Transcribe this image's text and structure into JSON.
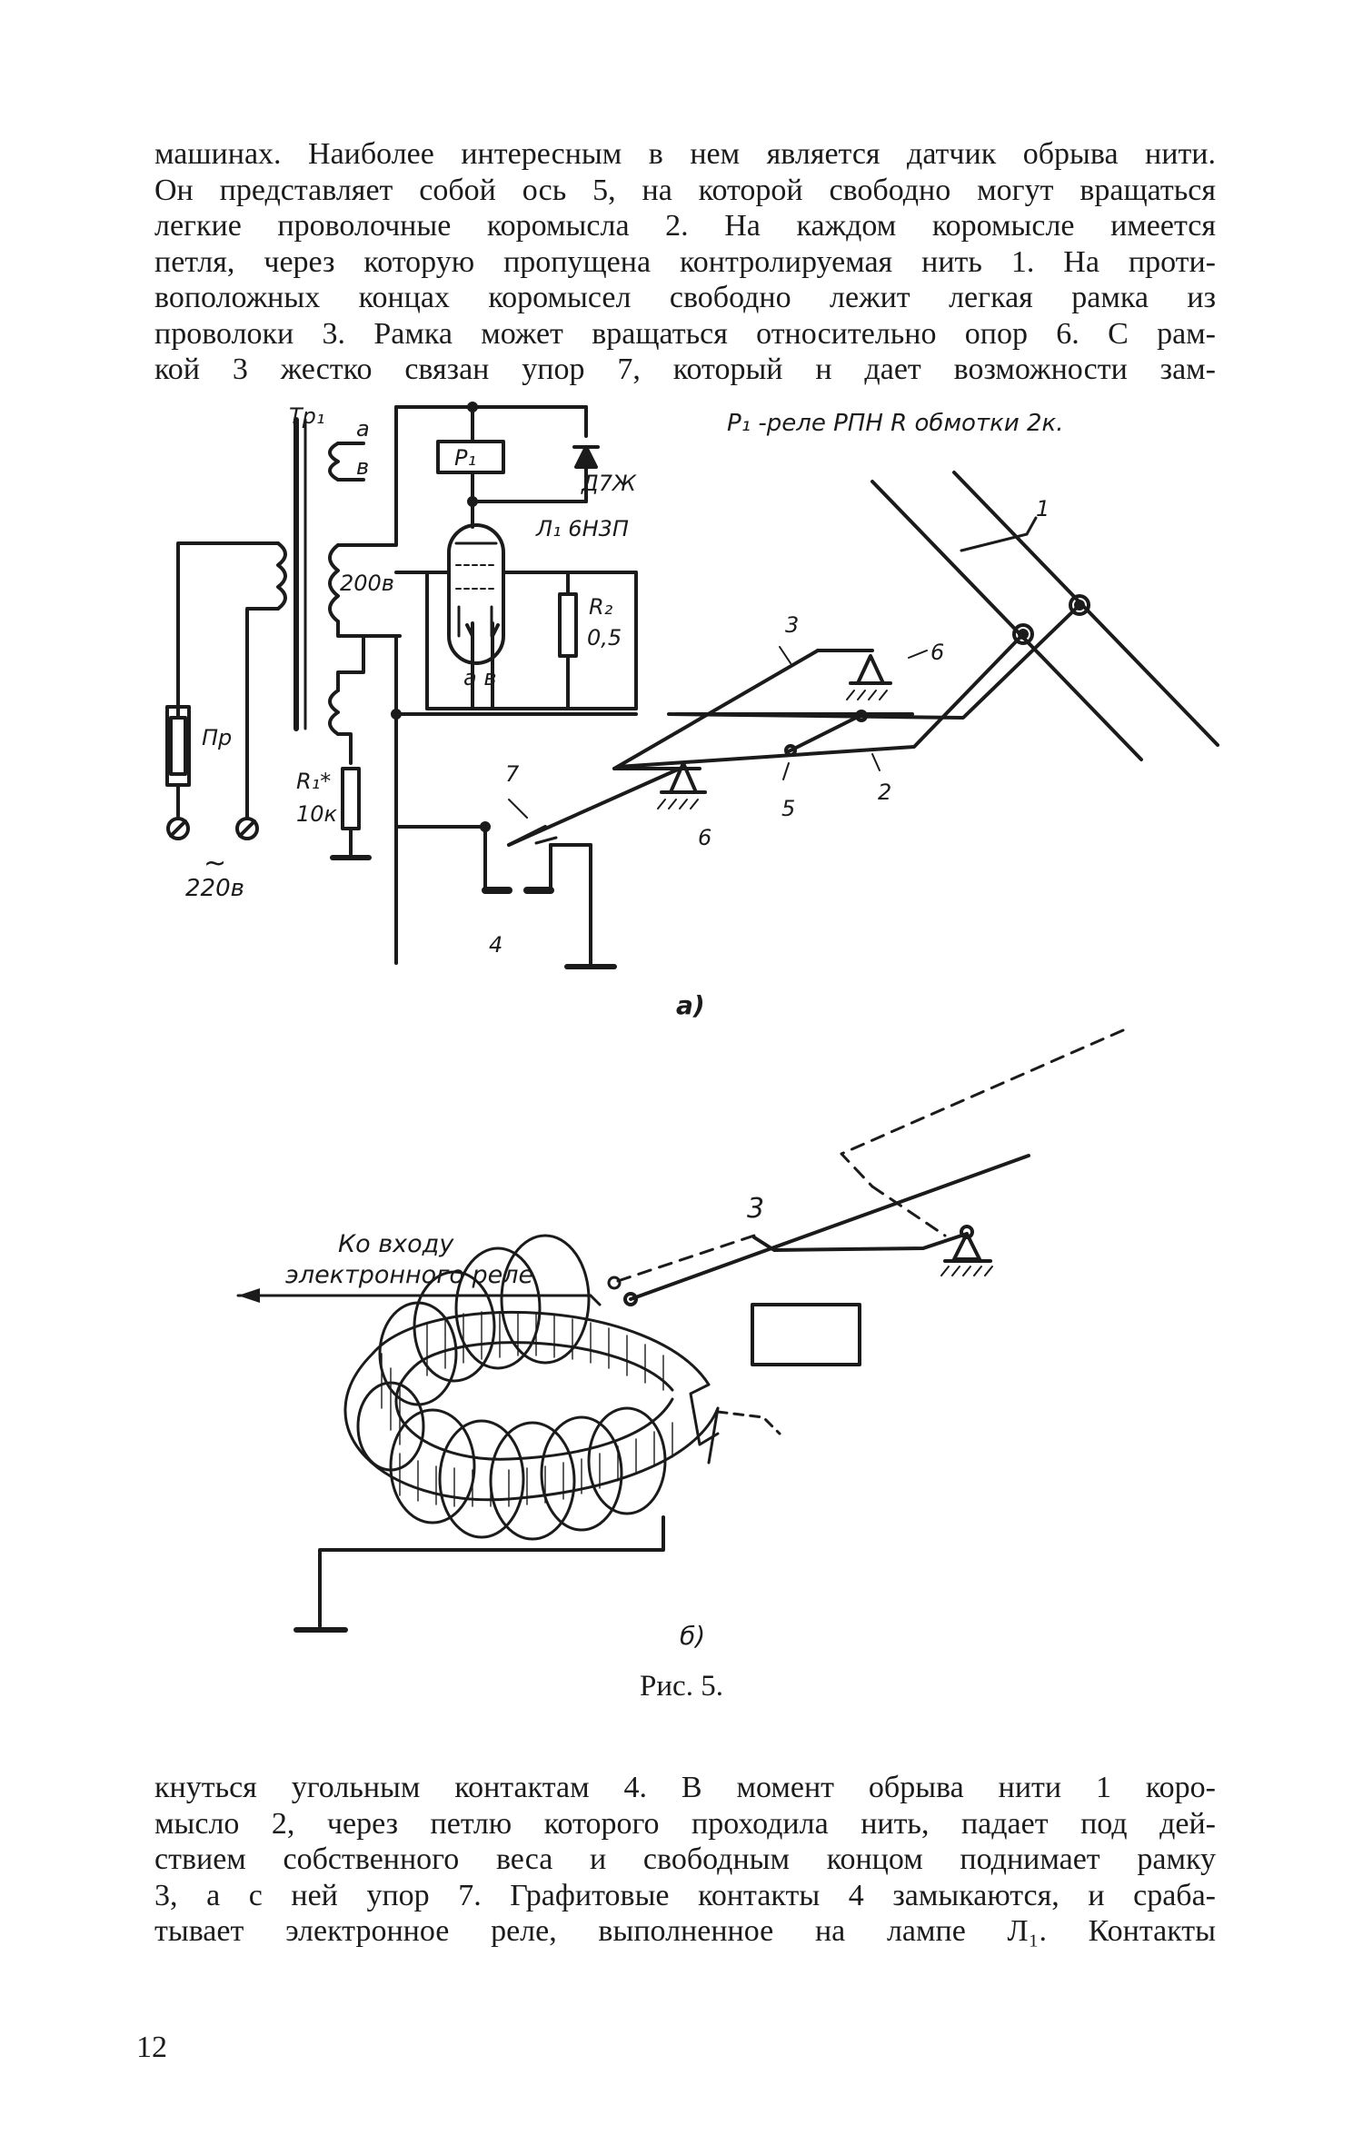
{
  "top_paragraph": [
    "машинах. Наиболее интересным в нем является датчик обрыва нити.",
    "Он представляет собой ось 5, на которой свободно могут вращаться",
    "легкие проволочные коромысла 2. На каждом коромысле имеется",
    "петля, через которую пропущена контролируемая нить 1. На проти-",
    "воположных концах коромысел свободно лежит легкая рамка из",
    "проволоки 3. Рамка может вращаться относительно опор 6. С рам-",
    "кой 3 жестко связан упор 7, который н дает возможности зам-"
  ],
  "figure_a": {
    "note": "P₁ -реле РПН R обмотки 2к.",
    "labels": {
      "transformer": "Тр₁",
      "winding_a": "а",
      "winding_b": "в",
      "voltage_200": "200в",
      "relay": "P₁",
      "diode": "Д7Ж",
      "tube": "Л₁ 6Н3П",
      "r2": "R₂",
      "r2_value": "0,5",
      "tube_ab": "а в",
      "fuse": "Пр",
      "r1": "R₁*",
      "r1_value": "10к",
      "mains": "220в",
      "tilde": "~",
      "n1": "1",
      "n3": "3",
      "n6a": "6",
      "n6b": "6",
      "n5": "5",
      "n2": "2",
      "n7": "7",
      "n4": "4"
    },
    "sub_caption": "а)"
  },
  "figure_b": {
    "arrow_label_1": "Ко входу",
    "arrow_label_2": "электронного реле",
    "n3": "3",
    "sub_caption": "б)"
  },
  "caption": "Рис. 5.",
  "bottom_paragraph": [
    "кнуться угольным контактам 4. В момент обрыва нити 1 коро-",
    "мысло 2, через петлю которого проходила нить, падает под дей-",
    "ствием собственного веса и свободным концом поднимает рамку",
    "3, а с ней упор 7. Графитовые контакты 4 замыкаются, и сраба-",
    "тывает электронное реле, выполненное на лампе Л₁. Контакты"
  ],
  "page_number": "12"
}
